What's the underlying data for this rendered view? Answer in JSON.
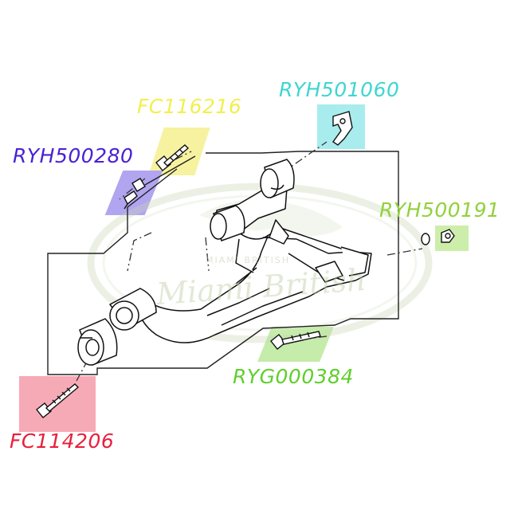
{
  "parts": [
    {
      "id": "fc116216",
      "label": "FC116216",
      "color": "#f2ef50",
      "highlight": "#f6f2a0"
    },
    {
      "id": "ryh501060",
      "label": "RYH501060",
      "color": "#3ed6d2",
      "highlight": "#a8ecee"
    },
    {
      "id": "ryh500280",
      "label": "RYH500280",
      "color": "#4a22d4",
      "highlight": "#b1a5f0"
    },
    {
      "id": "ryh500191",
      "label": "RYH500191",
      "color": "#90d23c",
      "highlight": "#cdeeaa"
    },
    {
      "id": "ryg000384",
      "label": "RYG000384",
      "color": "#5fcf2c",
      "highlight": "#c5ecaa"
    },
    {
      "id": "fc114206",
      "label": "FC114206",
      "color": "#e8203c",
      "highlight": "#f6aab6"
    }
  ],
  "watermark": {
    "text": "Miami British",
    "logo_text": "MIAMI BRITISH"
  }
}
